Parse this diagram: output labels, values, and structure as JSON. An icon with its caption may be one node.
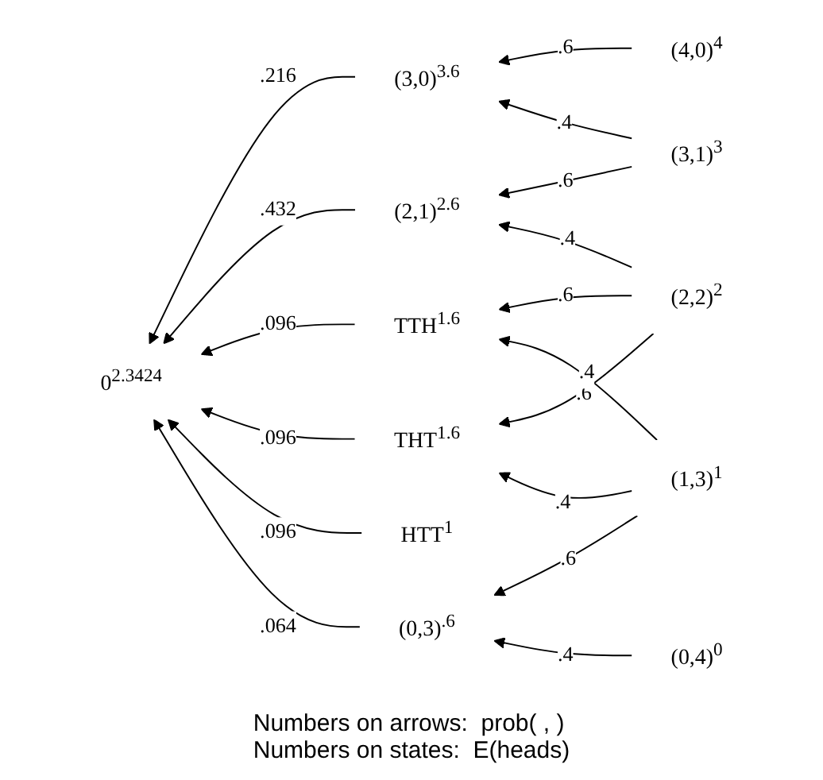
{
  "diagram": {
    "nodes": [
      {
        "text": [
          "0",
          "2.3424"
        ]
      },
      {
        "text": [
          "(3,0)",
          "3.6"
        ]
      },
      {
        "text": [
          "(2,1)",
          "2.6"
        ]
      },
      {
        "text": [
          "TTH",
          "1.6"
        ]
      },
      {
        "text": [
          "THT",
          "1.6"
        ]
      },
      {
        "text": [
          "HTT",
          "1"
        ]
      },
      {
        "text": [
          "(0,3)",
          ".6"
        ]
      },
      {
        "text": [
          "(4,0)",
          "4"
        ]
      },
      {
        "text": [
          "(3,1)",
          "3"
        ]
      },
      {
        "text": [
          "(2,2)",
          "2"
        ]
      },
      {
        "text": [
          "(1,3)",
          "1"
        ]
      },
      {
        "text": [
          "(0,4)",
          "0"
        ]
      }
    ],
    "edges": [
      {
        "from": 1,
        "to": 0,
        "arrow": "to",
        "label": ".216"
      },
      {
        "from": 2,
        "to": 0,
        "arrow": "to",
        "label": ".432"
      },
      {
        "from": 3,
        "to": 0,
        "arrow": "to",
        "label": ".096"
      },
      {
        "from": 4,
        "to": 0,
        "arrow": "to",
        "label": ".096"
      },
      {
        "from": 5,
        "to": 0,
        "arrow": "to",
        "label": ".096"
      },
      {
        "from": 6,
        "to": 0,
        "arrow": "to",
        "label": ".064"
      },
      {
        "from": 7,
        "to": 1,
        "arrow": "to",
        "label": ".6"
      },
      {
        "from": 8,
        "to": 1,
        "arrow": "to",
        "label": ".4"
      },
      {
        "from": 8,
        "to": 2,
        "arrow": "to",
        "label": ".6"
      },
      {
        "from": 9,
        "to": 2,
        "arrow": "to",
        "label": ".4"
      },
      {
        "from": 9,
        "to": 3,
        "arrow": "to",
        "label": ".6"
      },
      {
        "from": 9,
        "to": 4,
        "arrow": "to",
        "label": ".6"
      },
      {
        "from": 10,
        "to": 3,
        "arrow": "to",
        "label": ".4"
      },
      {
        "from": 10,
        "to": 4,
        "arrow": "to",
        "label": ".4"
      },
      {
        "from": 10,
        "to": 6,
        "arrow": "to",
        "label": ".6"
      },
      {
        "from": 11,
        "to": 6,
        "arrow": "to",
        "label": ".4"
      }
    ],
    "labels": [
      "Numbers on arrows:  prob( , )",
      "Numbers on states:  E(heads)"
    ]
  }
}
